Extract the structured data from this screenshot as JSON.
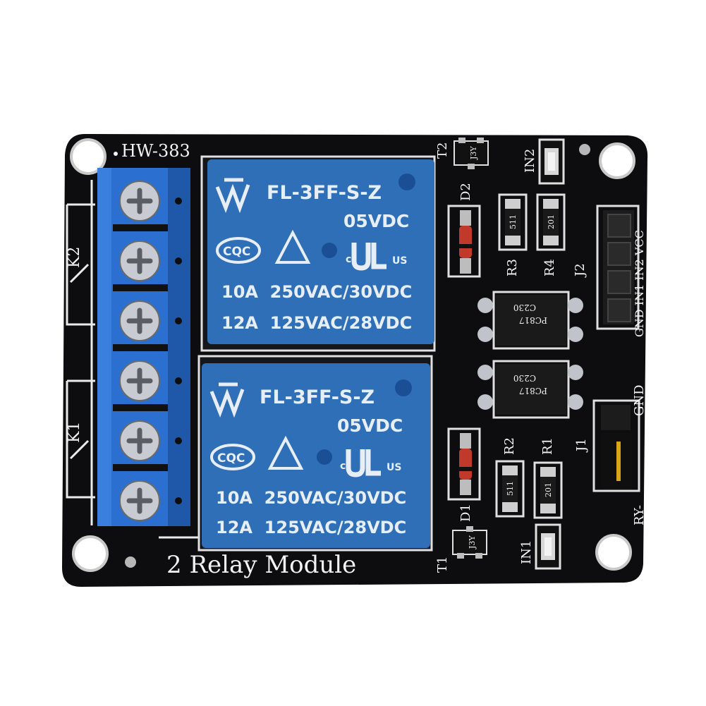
{
  "board": {
    "model": "HW-383",
    "title": "2 Relay Module",
    "colors": {
      "pcb": "#0d0d0f",
      "relay": "#2f6fb8",
      "terminal": "#2b6fd0",
      "silk": "#f2f2f2",
      "background": "#ffffff"
    }
  },
  "relays": [
    {
      "part": "FL-3FF-S-Z",
      "coil": "05VDC",
      "cert": "CQC",
      "us": "US",
      "mark_c": "c",
      "rating1": "10A  250VAC/30VDC",
      "rating2": "12A  125VAC/28VDC"
    },
    {
      "part": "FL-3FF-S-Z",
      "coil": "05VDC",
      "cert": "CQC",
      "us": "US",
      "mark_c": "c",
      "rating1": "10A  250VAC/30VDC",
      "rating2": "12A  125VAC/28VDC"
    }
  ],
  "labels": {
    "k1": "K1",
    "k2": "K2",
    "t1": "T1",
    "t2": "T2",
    "d1": "D1",
    "d2": "D2",
    "r1": "R1",
    "r2": "R2",
    "r3": "R3",
    "r4": "R4",
    "j1": "J1",
    "j2": "J2",
    "in1": "IN1",
    "in2": "IN2",
    "header_j2": "GND IN1 IN2 VCC",
    "gnd": "GND",
    "ry": "RY-"
  },
  "components": {
    "transistor_code": "J3Y",
    "resistor_a": "511",
    "resistor_b": "201",
    "opto_part": "PC817",
    "opto_code": "C230"
  }
}
